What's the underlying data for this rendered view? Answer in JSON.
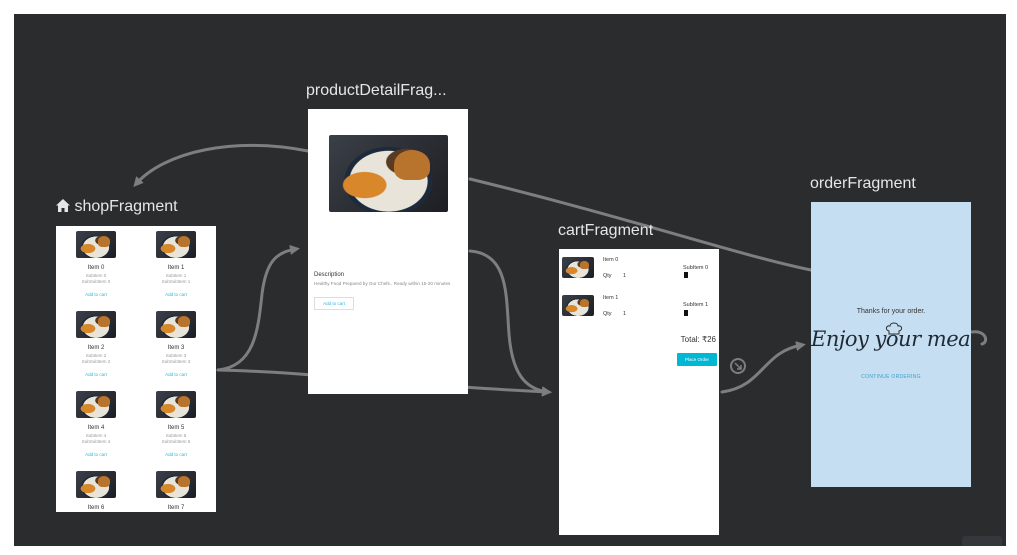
{
  "canvas_background": "#2b2c2e",
  "accent_color": "#00b8d4",
  "fragments": {
    "shop": {
      "title": "shopFragment",
      "home_icon": "home-icon",
      "items": [
        {
          "name": "Item 0",
          "sub1": "SubItem 0",
          "sub2": "SubSubItem 0",
          "action": "Add to cart"
        },
        {
          "name": "Item 1",
          "sub1": "SubItem 1",
          "sub2": "SubSubItem 1",
          "action": "Add to cart"
        },
        {
          "name": "Item 2",
          "sub1": "SubItem 2",
          "sub2": "SubSubItem 2",
          "action": "Add to cart"
        },
        {
          "name": "Item 3",
          "sub1": "SubItem 3",
          "sub2": "SubSubItem 3",
          "action": "Add to cart"
        },
        {
          "name": "Item 4",
          "sub1": "SubItem 4",
          "sub2": "SubSubItem 4",
          "action": "Add to cart"
        },
        {
          "name": "Item 5",
          "sub1": "SubItem 5",
          "sub2": "SubSubItem 5",
          "action": "Add to cart"
        },
        {
          "name": "Item 6"
        },
        {
          "name": "Item 7"
        }
      ]
    },
    "product_detail": {
      "title": "productDetailFrag...",
      "description_label": "Description",
      "description_text": "Healthy Food Prepared by Our Chefs.. Ready  within 15-20 minutes",
      "add_button": "Add to cart"
    },
    "cart": {
      "title": "cartFragment",
      "items": [
        {
          "name": "Item 0",
          "qty_label": "Qty",
          "qty": "1",
          "sub": "SubItem 0"
        },
        {
          "name": "Item 1",
          "qty_label": "Qty",
          "qty": "1",
          "sub": "SubItem 1"
        }
      ],
      "total": "Total: ₹26",
      "place_order": "Place Order"
    },
    "order": {
      "title": "orderFragment",
      "thanks": "Thanks for your order.",
      "enjoy": "Enjoy your meal!",
      "continue": "CONTINUE ORDERING",
      "chef_icon": "chef-hat-icon",
      "background": "#c6def2"
    }
  }
}
